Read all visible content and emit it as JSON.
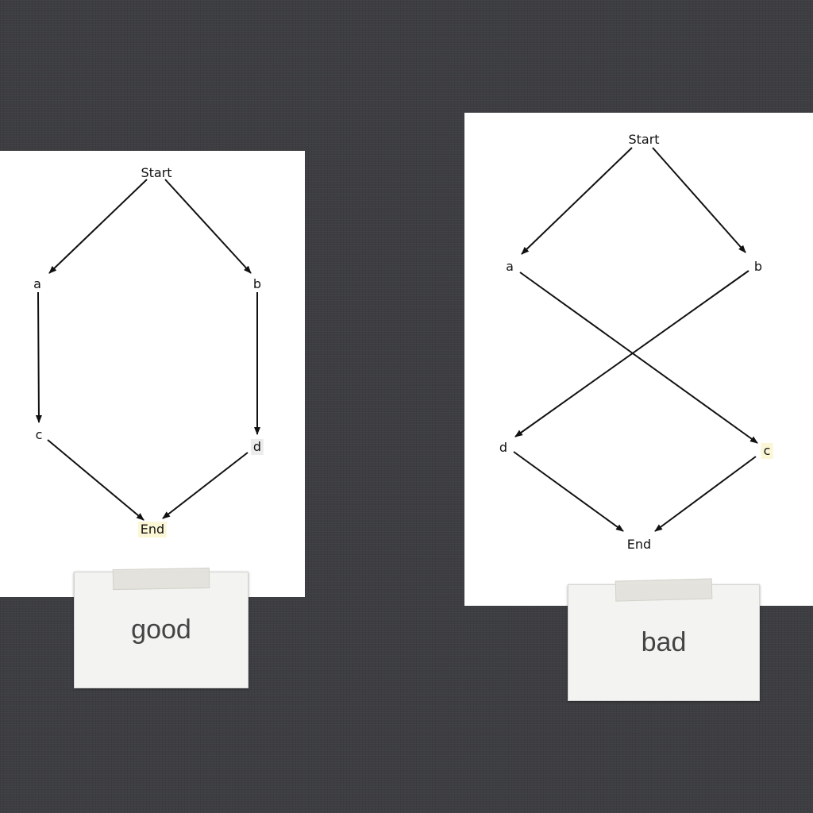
{
  "good_diagram": {
    "nodes": {
      "start": "Start",
      "a": "a",
      "b": "b",
      "c": "c",
      "d": "d",
      "end": "End"
    }
  },
  "bad_diagram": {
    "nodes": {
      "start": "Start",
      "a": "a",
      "b": "b",
      "c": "c",
      "d": "d",
      "end": "End"
    }
  },
  "labels": {
    "good": "good",
    "bad": "bad"
  },
  "colors": {
    "background": "#3d3e42",
    "panel": "#ffffff",
    "node_highlight": "#fbf7d6",
    "note_card": "#f3f3f1"
  }
}
